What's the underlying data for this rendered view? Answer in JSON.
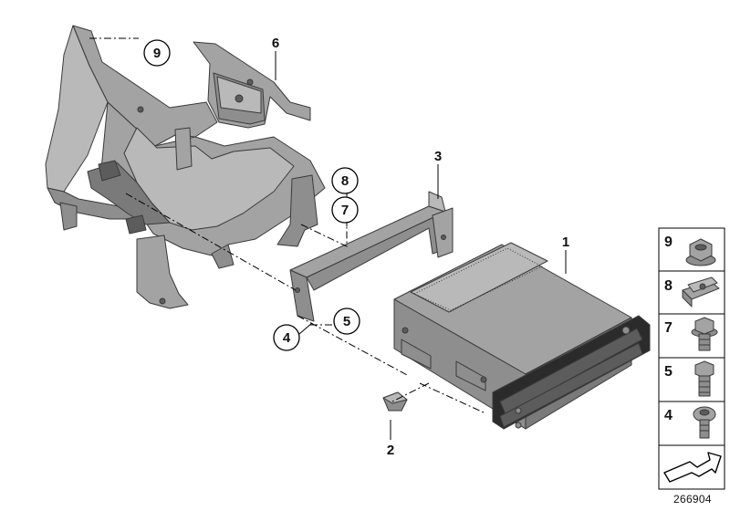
{
  "callouts": [
    {
      "id": "1",
      "circled": false
    },
    {
      "id": "2",
      "circled": false
    },
    {
      "id": "3",
      "circled": false
    },
    {
      "id": "4",
      "circled": true
    },
    {
      "id": "5",
      "circled": true
    },
    {
      "id": "6",
      "circled": false
    },
    {
      "id": "7",
      "circled": true
    },
    {
      "id": "8",
      "circled": true
    },
    {
      "id": "9",
      "circled": true
    }
  ],
  "legend": {
    "items": [
      {
        "label": "9",
        "icon": "hex-nut-flange-icon"
      },
      {
        "label": "8",
        "icon": "clip-nut-icon"
      },
      {
        "label": "7",
        "icon": "hex-bolt-washer-icon"
      },
      {
        "label": "5",
        "icon": "hex-bolt-icon"
      },
      {
        "label": "4",
        "icon": "oval-head-screw-icon"
      }
    ],
    "arrow_icon": "direction-arrow-icon"
  },
  "diagram_number": "266904"
}
